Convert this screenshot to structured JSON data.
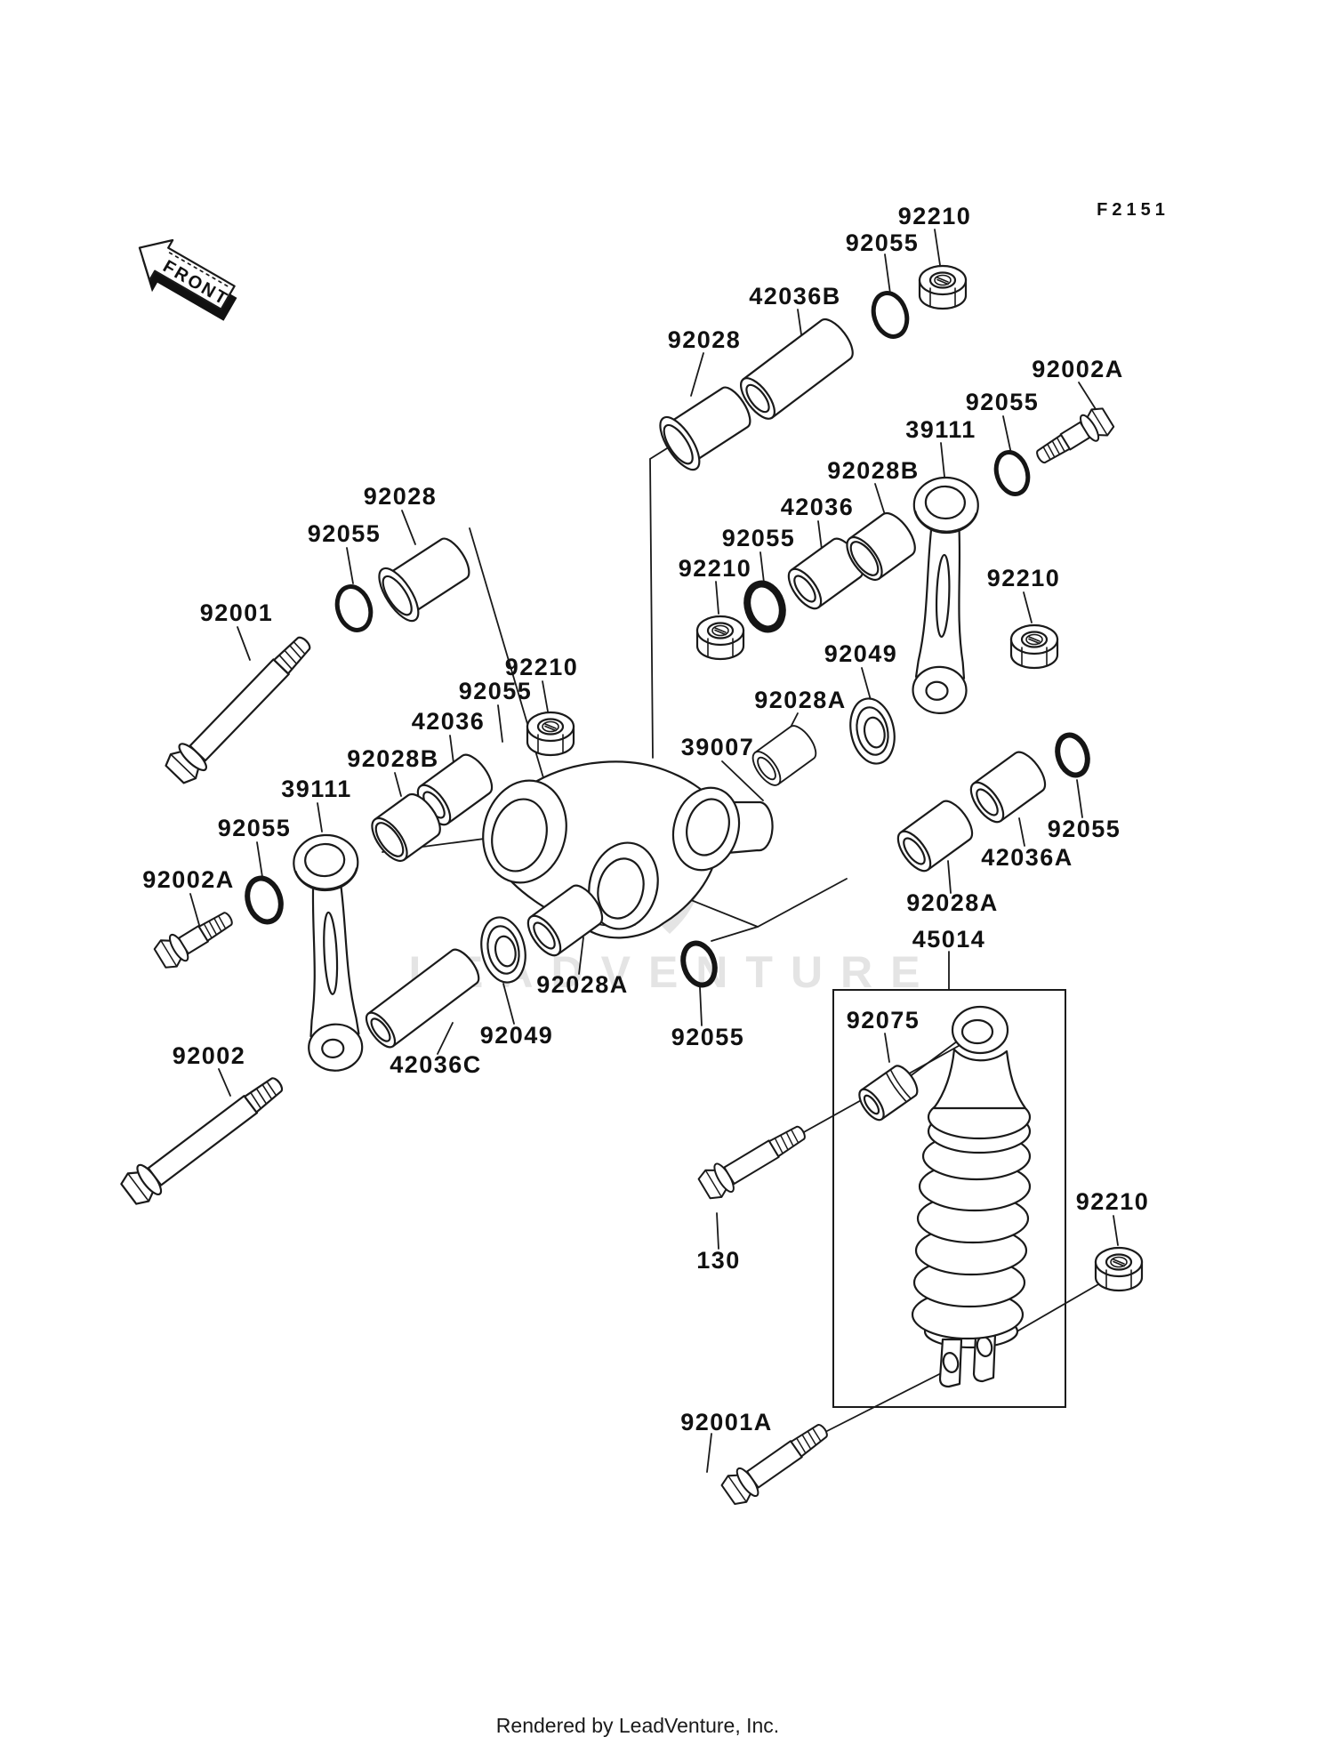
{
  "document": {
    "figure_code": "F2151",
    "orientation_label": "FRONT",
    "watermark": "LEADVENTURE",
    "footer": "Rendered by LeadVenture, Inc."
  },
  "callouts": [
    {
      "id": "nut-top",
      "part": "92210"
    },
    {
      "id": "oring-top",
      "part": "92055"
    },
    {
      "id": "collar-42036b",
      "part": "42036B"
    },
    {
      "id": "bushing-92028-upper",
      "part": "92028"
    },
    {
      "id": "bolt-92002a-upper",
      "part": "92002A"
    },
    {
      "id": "oring-upper-right",
      "part": "92055"
    },
    {
      "id": "tie-rod-39111-right",
      "part": "39111"
    },
    {
      "id": "bushing-92028b-right",
      "part": "92028B"
    },
    {
      "id": "sleeve-42036-right",
      "part": "42036"
    },
    {
      "id": "oring-middle",
      "part": "92055"
    },
    {
      "id": "nut-middle",
      "part": "92210"
    },
    {
      "id": "nut-right",
      "part": "92210"
    },
    {
      "id": "seal-92049-right",
      "part": "92049"
    },
    {
      "id": "bushing-92028a-middle",
      "part": "92028A"
    },
    {
      "id": "rocker-arm-39007",
      "part": "39007"
    },
    {
      "id": "bolt-92001",
      "part": "92001"
    },
    {
      "id": "bushing-92028-left",
      "part": "92028"
    },
    {
      "id": "oring-left",
      "part": "92055"
    },
    {
      "id": "nut-center-left",
      "part": "92210"
    },
    {
      "id": "oring-center-left",
      "part": "92055"
    },
    {
      "id": "sleeve-42036-left",
      "part": "42036"
    },
    {
      "id": "bushing-92028b-left",
      "part": "92028B"
    },
    {
      "id": "tie-rod-39111-left",
      "part": "39111"
    },
    {
      "id": "oring-lower-left",
      "part": "92055"
    },
    {
      "id": "bolt-92002a-left",
      "part": "92002A"
    },
    {
      "id": "bolt-92002",
      "part": "92002"
    },
    {
      "id": "collar-42036c",
      "part": "42036C"
    },
    {
      "id": "seal-92049-left",
      "part": "92049"
    },
    {
      "id": "bushing-92028a-center",
      "part": "92028A"
    },
    {
      "id": "oring-bottom-center",
      "part": "92055"
    },
    {
      "id": "bushing-92028a-right",
      "part": "92028A"
    },
    {
      "id": "sleeve-42036a",
      "part": "42036A"
    },
    {
      "id": "oring-far-right",
      "part": "92055"
    },
    {
      "id": "shock-absorber-45014",
      "part": "45014"
    },
    {
      "id": "bushing-92075",
      "part": "92075"
    },
    {
      "id": "bolt-130",
      "part": "130"
    },
    {
      "id": "nut-bottom-right",
      "part": "92210"
    },
    {
      "id": "bolt-92001a",
      "part": "92001A"
    }
  ]
}
